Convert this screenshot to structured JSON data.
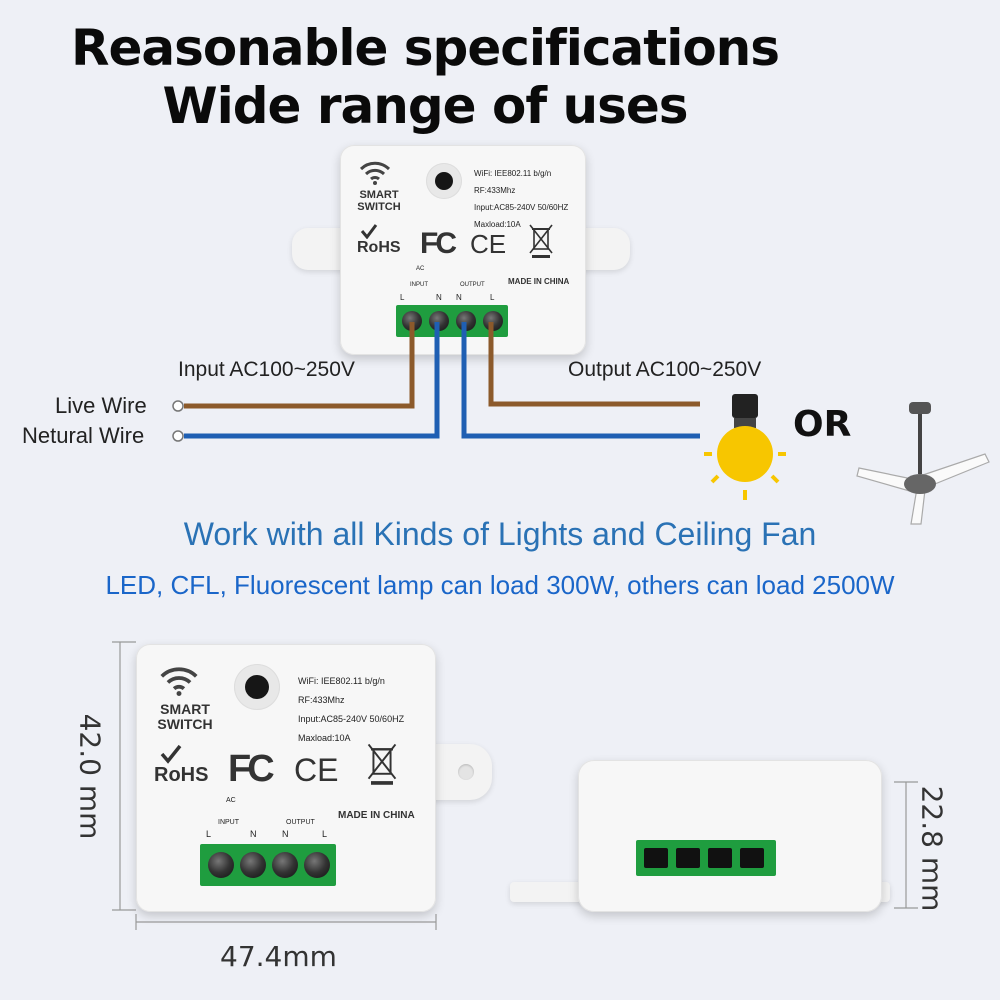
{
  "headline": {
    "line1": "Reasonable specifications",
    "line2": "Wide range of uses"
  },
  "device_labels": {
    "brand_line1": "SMART",
    "brand_line2": "SWITCH",
    "rohs": "RoHS",
    "fc": "FC",
    "ce": "CE",
    "specs": [
      "WiFi: IEE802.11 b/g/n",
      "RF:433Mhz",
      "Input:AC85-240V 50/60HZ",
      "Maxload:10A"
    ],
    "ac": "AC",
    "input": "INPUT",
    "output": "OUTPUT",
    "made_in": "MADE IN CHINA",
    "terminals": [
      "L",
      "N",
      "N",
      "L"
    ]
  },
  "wiring": {
    "input_label": "Input AC100~250V",
    "output_label": "Output AC100~250V",
    "live_wire": "Live Wire",
    "neutral_wire": "Netural Wire",
    "or_label": "OR"
  },
  "colors": {
    "live": "#8c5a2b",
    "neutral": "#1f5fb3",
    "bulb": "#f7c600",
    "accent_blue": "#2a72b5",
    "terminal_green": "#1f9d3f"
  },
  "icons": [
    "wifi-icon",
    "rohs-check-icon",
    "fc-icon",
    "ce-icon",
    "weee-bin-icon",
    "bulb-icon",
    "ceiling-fan-icon"
  ],
  "info": {
    "subtitle": "Work with all Kinds of Lights and Ceiling Fan",
    "detail": "LED, CFL, Fluorescent lamp can load 300W, others can load 2500W"
  },
  "dimensions": {
    "height": "42.0 mm",
    "width": "47.4mm",
    "depth": "22.8 mm"
  }
}
